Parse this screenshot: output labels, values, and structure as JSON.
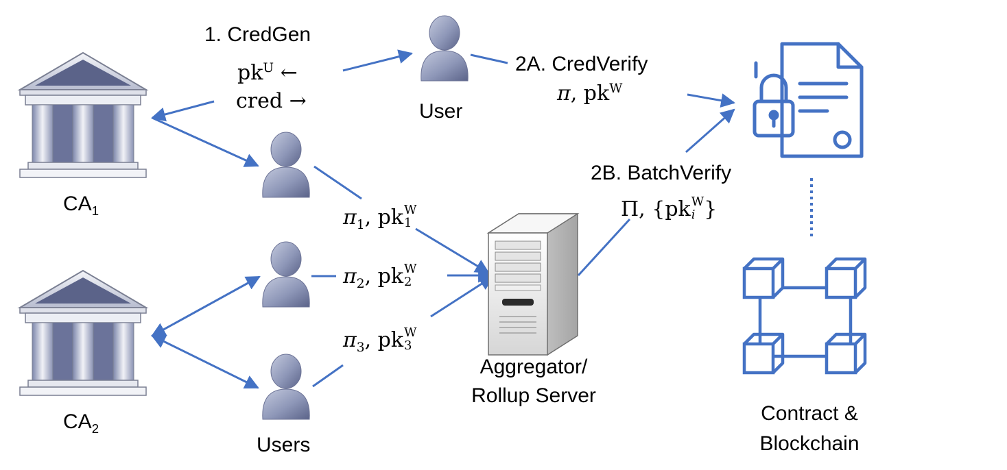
{
  "labels": {
    "ca1": "CA",
    "ca1_sub": "1",
    "ca2": "CA",
    "ca2_sub": "2",
    "user": "User",
    "users": "Users",
    "aggregator_line1": "Aggregator/",
    "aggregator_line2": "Rollup Server",
    "contract_line1": "Contract &",
    "contract_line2": "Blockchain"
  },
  "steps": {
    "credgen": {
      "title": "1. CredGen",
      "line1_base": "pk",
      "line1_sup": "U",
      "line1_arrow": "←",
      "line2": "cred →"
    },
    "credverify": {
      "title": "2A. CredVerify",
      "pi": "π",
      "sep": ", ",
      "pk": "pk",
      "pk_sup": "W"
    },
    "batchverify": {
      "title": "2B. BatchVerify",
      "Pi": "Π",
      "brace_open": ", {",
      "pk": "pk",
      "pk_sup": "W",
      "pk_sub": "i",
      "brace_close": "}"
    }
  },
  "proofs": [
    {
      "pi": "π",
      "index": "1",
      "sep": ", ",
      "pk": "pk",
      "sup": "W"
    },
    {
      "pi": "π",
      "index": "2",
      "sep": ", ",
      "pk": "pk",
      "sup": "W"
    },
    {
      "pi": "π",
      "index": "3",
      "sep": ", ",
      "pk": "pk",
      "sup": "W"
    }
  ],
  "colors": {
    "arrow": "#4472C4",
    "icon_line": "#4472C4",
    "person_fill": "#8b94b5",
    "building": "#c9ccd8"
  }
}
